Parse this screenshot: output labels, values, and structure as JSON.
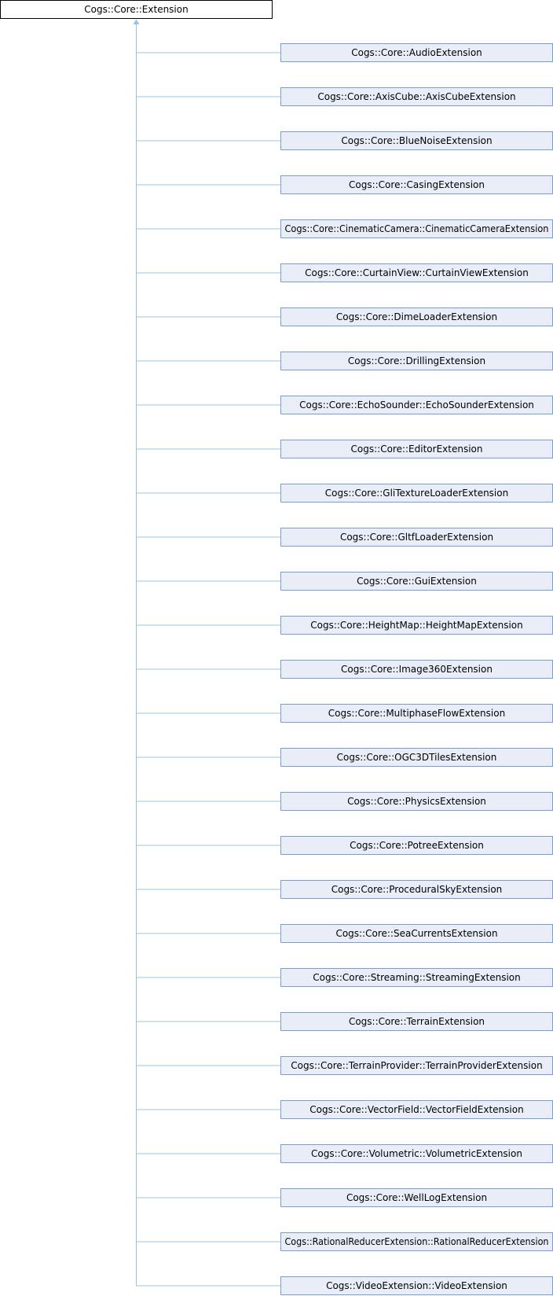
{
  "root": {
    "label": "Cogs::Core::Extension"
  },
  "children": [
    {
      "label": "Cogs::Core::AudioExtension"
    },
    {
      "label": "Cogs::Core::AxisCube::AxisCubeExtension"
    },
    {
      "label": "Cogs::Core::BlueNoiseExtension"
    },
    {
      "label": "Cogs::Core::CasingExtension"
    },
    {
      "label": "Cogs::Core::CinematicCamera::CinematicCameraExtension"
    },
    {
      "label": "Cogs::Core::CurtainView::CurtainViewExtension"
    },
    {
      "label": "Cogs::Core::DimeLoaderExtension"
    },
    {
      "label": "Cogs::Core::DrillingExtension"
    },
    {
      "label": "Cogs::Core::EchoSounder::EchoSounderExtension"
    },
    {
      "label": "Cogs::Core::EditorExtension"
    },
    {
      "label": "Cogs::Core::GliTextureLoaderExtension"
    },
    {
      "label": "Cogs::Core::GltfLoaderExtension"
    },
    {
      "label": "Cogs::Core::GuiExtension"
    },
    {
      "label": "Cogs::Core::HeightMap::HeightMapExtension"
    },
    {
      "label": "Cogs::Core::Image360Extension"
    },
    {
      "label": "Cogs::Core::MultiphaseFlowExtension"
    },
    {
      "label": "Cogs::Core::OGC3DTilesExtension"
    },
    {
      "label": "Cogs::Core::PhysicsExtension"
    },
    {
      "label": "Cogs::Core::PotreeExtension"
    },
    {
      "label": "Cogs::Core::ProceduralSkyExtension"
    },
    {
      "label": "Cogs::Core::SeaCurrentsExtension"
    },
    {
      "label": "Cogs::Core::Streaming::StreamingExtension"
    },
    {
      "label": "Cogs::Core::TerrainExtension"
    },
    {
      "label": "Cogs::Core::TerrainProvider::TerrainProviderExtension"
    },
    {
      "label": "Cogs::Core::VectorField::VectorFieldExtension"
    },
    {
      "label": "Cogs::Core::Volumetric::VolumetricExtension"
    },
    {
      "label": "Cogs::Core::WellLogExtension"
    },
    {
      "label": "Cogs::RationalReducerExtension::RationalReducerExtension"
    },
    {
      "label": "Cogs::VideoExtension::VideoExtension"
    }
  ],
  "colors": {
    "root_fill": "#ffffff",
    "root_stroke": "#000000",
    "child_fill": "#e8edf8",
    "child_stroke": "#7b9dd1",
    "connector": "#9cc1e8"
  }
}
